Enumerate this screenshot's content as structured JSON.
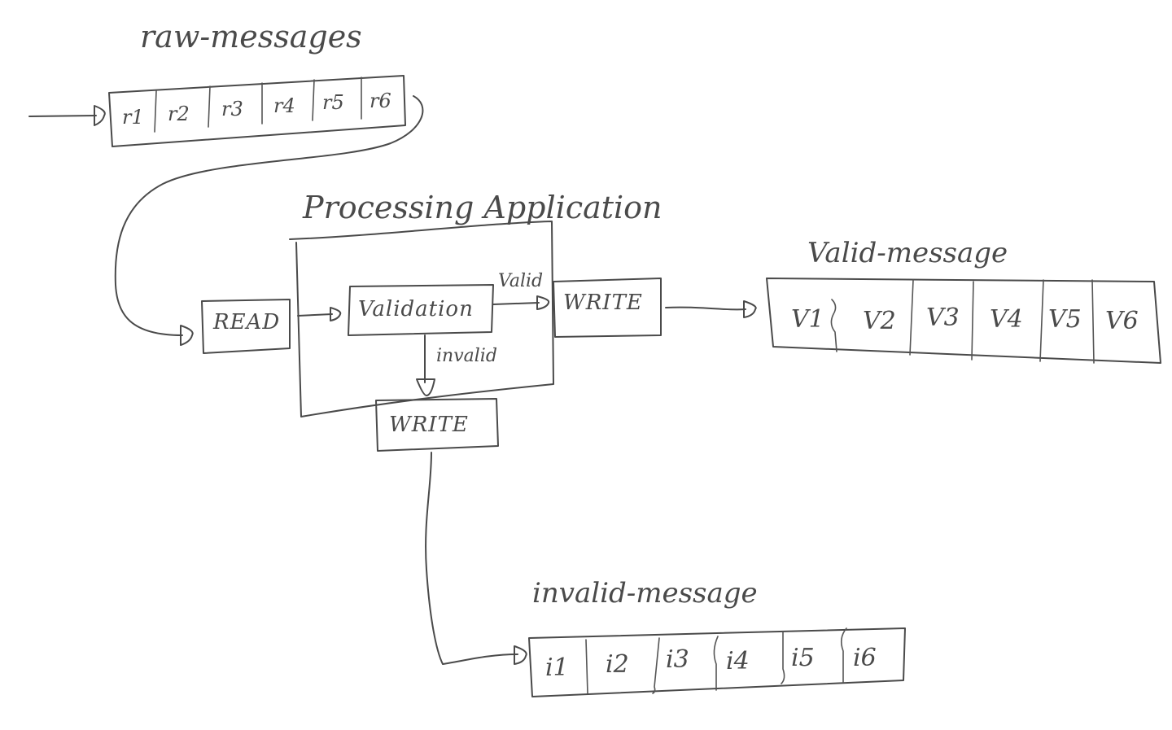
{
  "topics": {
    "raw": {
      "title": "raw-messages",
      "cells": [
        "r1",
        "r2",
        "r3",
        "r4",
        "r5",
        "r6"
      ]
    },
    "valid": {
      "title": "Valid-message",
      "cells": [
        "V1",
        "V2",
        "V3",
        "V4",
        "V5",
        "V6"
      ]
    },
    "invalid": {
      "title": "invalid-message",
      "cells": [
        "i1",
        "i2",
        "i3",
        "i4",
        "i5",
        "i6"
      ]
    }
  },
  "app": {
    "title": "Processing Application",
    "read_label": "READ",
    "validation_label": "Validation",
    "write_valid_label": "WRITE",
    "write_invalid_label": "WRITE",
    "valid_edge_label": "Valid",
    "invalid_edge_label": "invalid"
  }
}
